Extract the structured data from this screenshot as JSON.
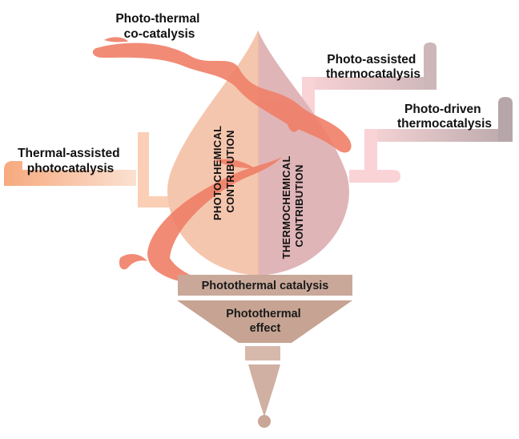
{
  "labels": {
    "photo_thermal_cocatalysis": [
      "Photo-thermal",
      "co-catalysis"
    ],
    "photo_assisted_thermocatalysis": [
      "Photo-assisted",
      "thermocatalysis"
    ],
    "photo_driven_thermocatalysis": [
      "Photo-driven",
      "thermocatalysis"
    ],
    "thermal_assisted_photocatalysis": [
      "Thermal-assisted",
      "photocatalysis"
    ]
  },
  "drop": {
    "left_label": [
      "PHOTOCHEMICAL",
      "CONTRIBUTION"
    ],
    "right_label": [
      "THERMOCHEMICAL",
      "CONTRIBUTION"
    ]
  },
  "funnel": {
    "band_label": "Photothermal catalysis",
    "trapezoid_label": [
      "Photothermal",
      "effect"
    ]
  },
  "colors": {
    "photochemical_half": "#f5c6ae",
    "thermochemical_half": "#dfb5b8",
    "splash": "#f07f68",
    "funnel": "#c6a392",
    "funnel_band": "#c9a89a",
    "pipe_orange": "#f9c4a6",
    "pipe_pink": "#f6d0d3"
  }
}
